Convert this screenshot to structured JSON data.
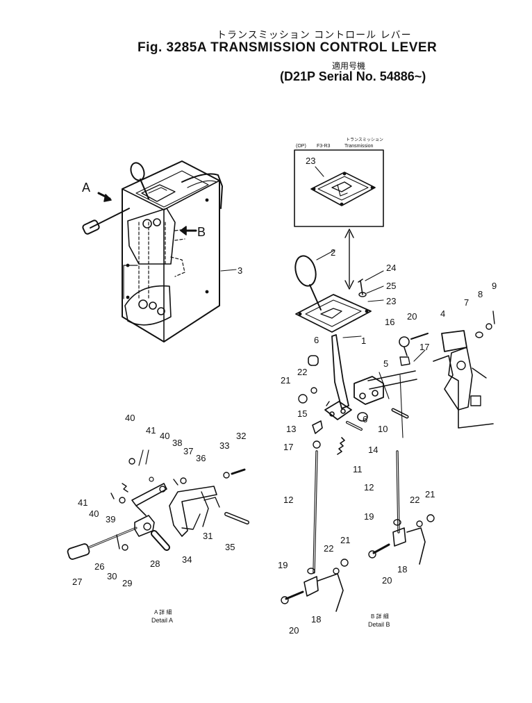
{
  "header": {
    "title_jp": "トランスミッション コントロール レバー",
    "title": "Fig. 3285A TRANSMISSION CONTROL LEVER",
    "applicable_jp": "適用号機",
    "serial": "(D21P Serial No. 54886~)"
  },
  "inset": {
    "label_op": "(OP)",
    "label_f3r3": "F3-R3",
    "label_transmission_jp": "トランスミッション",
    "label_transmission": "Transmission"
  },
  "view_markers": {
    "a": "A",
    "b": "B"
  },
  "detail_a": {
    "jp": "A 詳 細",
    "en": "Detail A"
  },
  "detail_b": {
    "jp": "B 詳 細",
    "en": "Detail B"
  },
  "callouts": {
    "n1": "1",
    "n2": "2",
    "n3": "3",
    "n4": "4",
    "n5": "5",
    "n6a": "6",
    "n6b": "6",
    "n7": "7",
    "n8": "8",
    "n9": "9",
    "n10": "10",
    "n11": "11",
    "n12a": "12",
    "n12b": "12",
    "n13": "13",
    "n14": "14",
    "n15": "15",
    "n16": "16",
    "n17a": "17",
    "n17b": "17",
    "n18a": "18",
    "n18b": "18",
    "n19a": "19",
    "n19b": "19",
    "n20a": "20",
    "n20b": "20",
    "n20c": "20",
    "n21a": "21",
    "n21b": "21",
    "n21c": "21",
    "n22a": "22",
    "n22b": "22",
    "n22c": "22",
    "n23a": "23",
    "n23b": "23",
    "n24": "24",
    "n25": "25",
    "n26": "26",
    "n27": "27",
    "n28": "28",
    "n29": "29",
    "n30": "30",
    "n31": "31",
    "n32": "32",
    "n33": "33",
    "n34": "34",
    "n35": "35",
    "n36": "36",
    "n37": "37",
    "n38": "38",
    "n39": "39",
    "n40a": "40",
    "n40b": "40",
    "n40c": "40",
    "n41a": "41",
    "n41b": "41"
  }
}
